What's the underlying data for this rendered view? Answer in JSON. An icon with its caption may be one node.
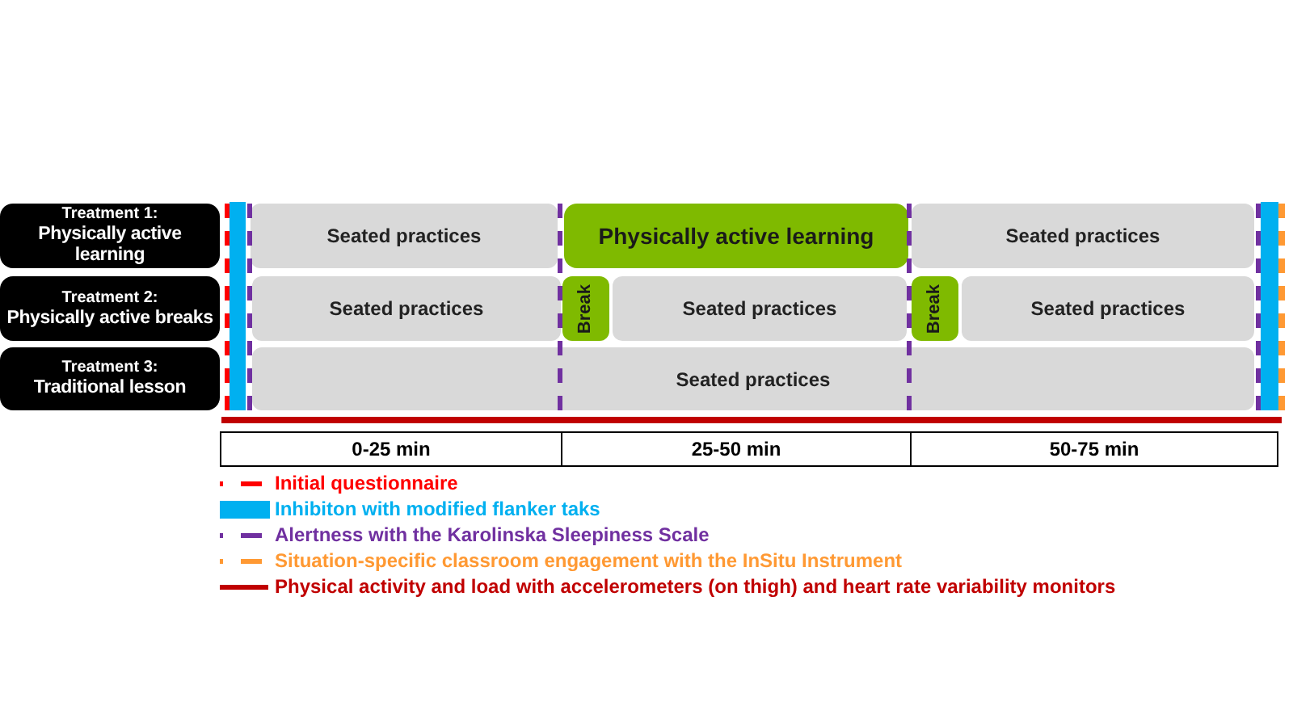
{
  "diagram": {
    "nodes": [
      {
        "text": [
          "Treatment 1:",
          "Physically active learning"
        ]
      },
      {
        "text": [
          "Seated practices"
        ]
      },
      {
        "text": [
          "Physically active learning"
        ]
      },
      {
        "text": [
          "Seated practices"
        ]
      },
      {
        "text": [
          "Treatment 2:",
          "Physically active breaks"
        ]
      },
      {
        "text": [
          "Seated practices"
        ]
      },
      {
        "text": [
          "Break"
        ]
      },
      {
        "text": [
          "Seated practices"
        ]
      },
      {
        "text": [
          "Break"
        ]
      },
      {
        "text": [
          "Seated practices"
        ]
      },
      {
        "text": [
          "Treatment 3:",
          "Traditional lesson"
        ]
      },
      {
        "text": [
          "Seated practices"
        ]
      },
      {
        "text": [
          "0-25 min"
        ]
      },
      {
        "text": [
          "25-50 min"
        ]
      },
      {
        "text": [
          "50-75 min"
        ]
      }
    ],
    "legend": [
      {
        "text": "Initial questionnaire",
        "color": "#ff0000"
      },
      {
        "text": "Inhibiton with modified flanker taks",
        "color": "#00b0f0"
      },
      {
        "text": "Alertness with the Karolinska Sleepiness Scale",
        "color": "#7030a0"
      },
      {
        "text": "Situation-specific classroom engagement with the InSitu Instrument",
        "color": "#ff9933"
      },
      {
        "text": "Physical activity and load with accelerometers (on thigh) and heart rate variability monitors",
        "color": "#c00000"
      }
    ]
  }
}
